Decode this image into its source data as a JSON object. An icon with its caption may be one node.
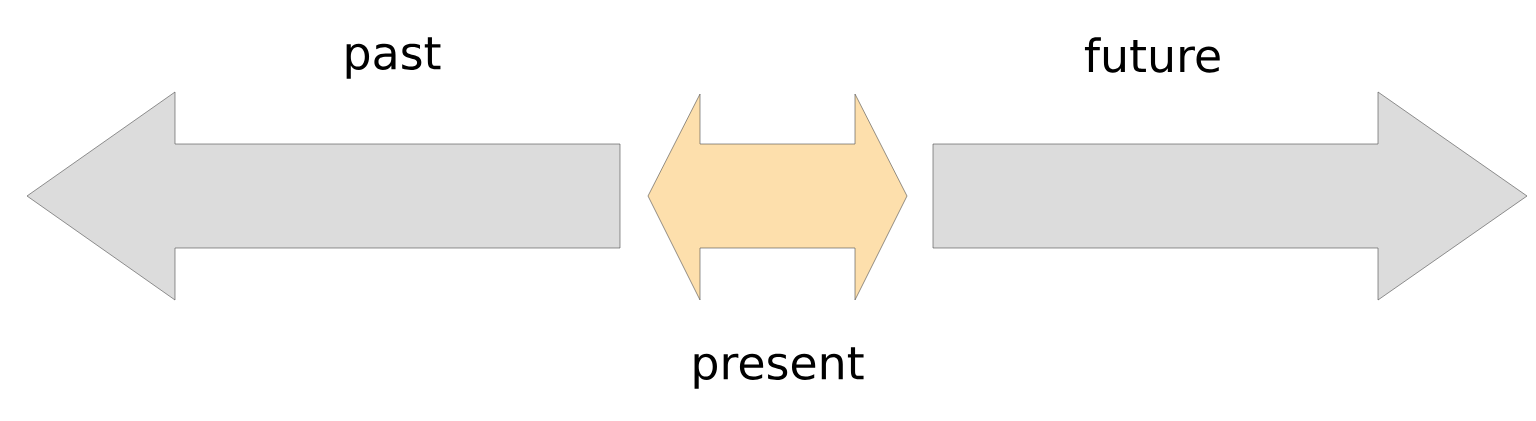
{
  "diagram": {
    "nodes": [
      {
        "text": [
          "past"
        ]
      },
      {
        "text": [
          "future"
        ]
      }
    ],
    "edges": [
      {
        "from": 0,
        "to": 1,
        "arrow": "both",
        "label": "present"
      }
    ]
  }
}
